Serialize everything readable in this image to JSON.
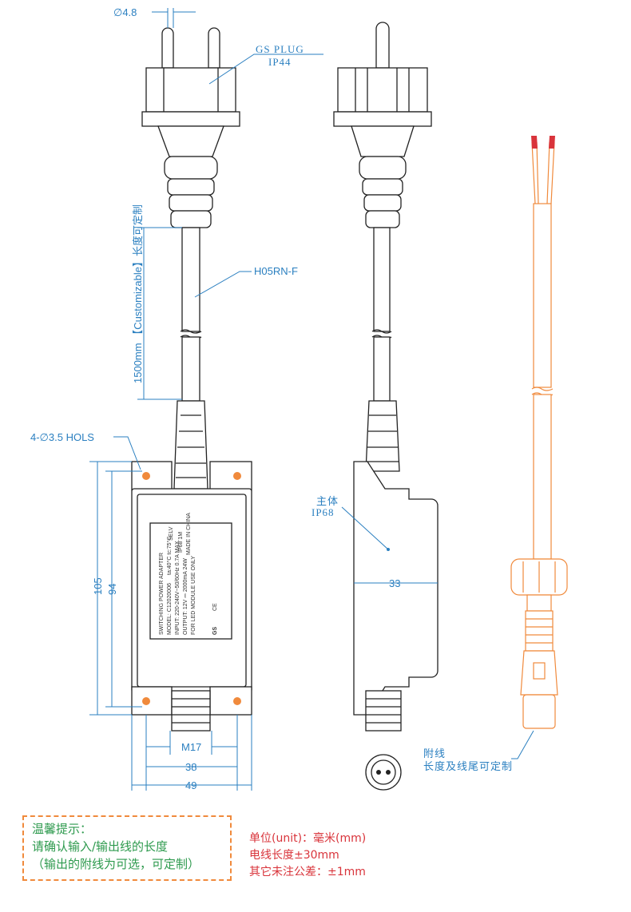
{
  "labels": {
    "pin_diameter": "∅4.8",
    "plug_line1": "GS PLUG",
    "plug_line2": "IP44",
    "cable_type": "H05RN-F",
    "cable_length": "1500mm 【Customizable】长度可定制",
    "holes": "4-∅3.5 HOLS",
    "dim_105": "105",
    "dim_94": "94",
    "dim_m17": "M17",
    "dim_38": "38",
    "dim_49": "49",
    "dim_33": "33",
    "body_line1": "主体",
    "body_line2": "IP68",
    "aux_line1": "附线",
    "aux_line2": "长度及线尾可定制"
  },
  "product_label": {
    "title": "SWITCHING POWER ADAPTER",
    "selv": "SELV",
    "ip": "IP68 1M",
    "model": "MODEL: C12020006",
    "temp": "ta:40°C tc:75°C",
    "input": "INPUT: 220-240V~50/60Hz 0.7A MAX.",
    "made": "MADE IN CHINA",
    "output": "OUTPUT: 12V ⎓ 2000mA 24W",
    "usage": "FOR LED MODULE USE ONLY",
    "ce": "CE",
    "gs": "GS"
  },
  "note": {
    "title": "温馨提示：",
    "line1": "请确认输入/输出线的长度",
    "line2": "（输出的附线为可选，可定制）"
  },
  "spec": {
    "unit": "单位(unit)：毫米(mm)",
    "cable_tol": "电线长度±30mm",
    "other_tol": "其它未注公差：±1mm"
  },
  "colors": {
    "dimension": "#2a7fc0",
    "auxiliary": "#f08a3c",
    "hole": "#f08a3c",
    "note_text": "#2e9a4e",
    "spec_text": "#d9343b"
  }
}
